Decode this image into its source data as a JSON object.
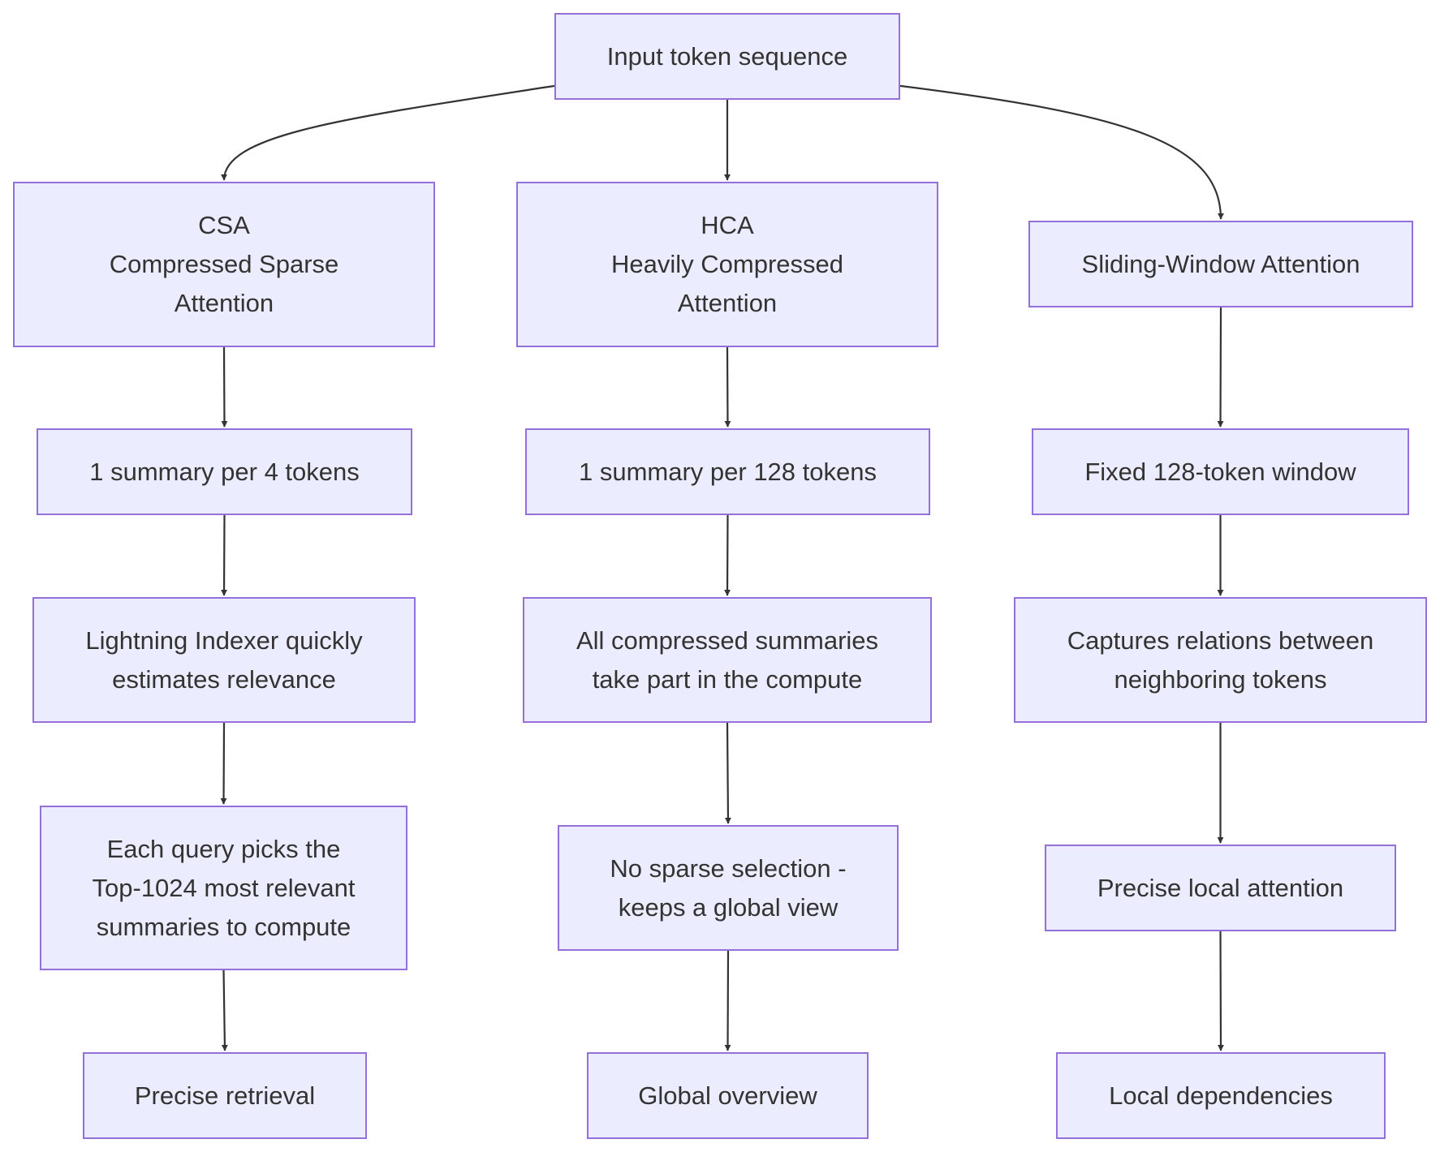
{
  "colors": {
    "node_fill": "#ECECFF",
    "node_border": "#9370DB",
    "text": "#333333",
    "edge": "#333333"
  },
  "nodes": {
    "input": {
      "lines": [
        "Input token sequence"
      ]
    },
    "csa": {
      "lines": [
        "CSA",
        "Compressed Sparse",
        "Attention"
      ]
    },
    "hca": {
      "lines": [
        "HCA",
        "Heavily Compressed",
        "Attention"
      ]
    },
    "swa": {
      "lines": [
        "Sliding-Window Attention"
      ]
    },
    "csa_1": {
      "lines": [
        "1 summary per 4 tokens"
      ]
    },
    "csa_2": {
      "lines": [
        "Lightning Indexer quickly",
        "estimates relevance"
      ]
    },
    "csa_3": {
      "lines": [
        "Each query picks the",
        "Top-1024 most relevant",
        "summaries to compute"
      ]
    },
    "csa_4": {
      "lines": [
        "Precise retrieval"
      ]
    },
    "hca_1": {
      "lines": [
        "1 summary per 128 tokens"
      ]
    },
    "hca_2": {
      "lines": [
        "All compressed summaries",
        "take part in the compute"
      ]
    },
    "hca_3": {
      "lines": [
        "No sparse selection -",
        "keeps a global view"
      ]
    },
    "hca_4": {
      "lines": [
        "Global overview"
      ]
    },
    "swa_1": {
      "lines": [
        "Fixed 128-token window"
      ]
    },
    "swa_2": {
      "lines": [
        "Captures relations between",
        "neighboring tokens"
      ]
    },
    "swa_3": {
      "lines": [
        "Precise local attention"
      ]
    },
    "swa_4": {
      "lines": [
        "Local dependencies"
      ]
    }
  },
  "edges": [
    [
      "input",
      "csa"
    ],
    [
      "input",
      "hca"
    ],
    [
      "input",
      "swa"
    ],
    [
      "csa",
      "csa_1"
    ],
    [
      "csa_1",
      "csa_2"
    ],
    [
      "csa_2",
      "csa_3"
    ],
    [
      "csa_3",
      "csa_4"
    ],
    [
      "hca",
      "hca_1"
    ],
    [
      "hca_1",
      "hca_2"
    ],
    [
      "hca_2",
      "hca_3"
    ],
    [
      "hca_3",
      "hca_4"
    ],
    [
      "swa",
      "swa_1"
    ],
    [
      "swa_1",
      "swa_2"
    ],
    [
      "swa_2",
      "swa_3"
    ],
    [
      "swa_3",
      "swa_4"
    ]
  ]
}
